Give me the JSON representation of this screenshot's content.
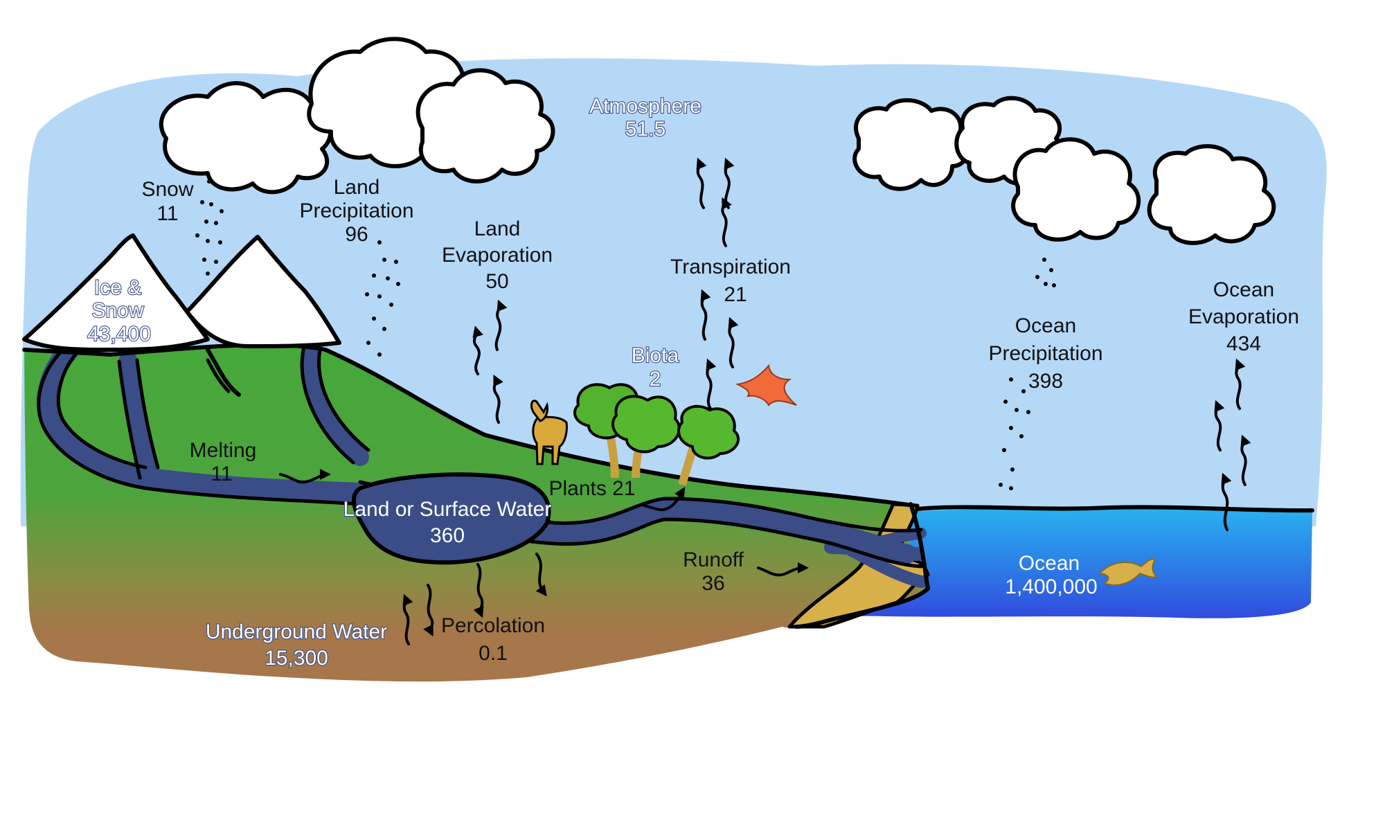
{
  "colors": {
    "sky": "#b5d8f6",
    "land_green": "#4aa83a",
    "land_brown": "#a6774a",
    "water": "#3a4d86",
    "ocean_top": "#2aa6ee",
    "ocean_bottom": "#3046dc",
    "sand": "#d8b04a",
    "snow": "#ffffff"
  },
  "labels": {
    "atmosphere": {
      "name": "Atmosphere",
      "value": "51.5"
    },
    "snow": {
      "name": "Snow",
      "value": "11"
    },
    "land_precipitation": {
      "line1": "Land",
      "line2": "Precipitation",
      "value": "96"
    },
    "land_evaporation": {
      "line1": "Land",
      "line2": "Evaporation",
      "value": "50"
    },
    "transpiration": {
      "name": "Transpiration",
      "value": "21"
    },
    "biota": {
      "name": "Biota",
      "value": "2"
    },
    "ice_snow": {
      "line1": "Ice &",
      "line2": "Snow",
      "value": "43,400"
    },
    "melting": {
      "name": "Melting",
      "value": "11"
    },
    "plants": {
      "text": "Plants  21"
    },
    "surface_water": {
      "name": "Land or Surface Water",
      "value": "360"
    },
    "runoff": {
      "name": "Runoff",
      "value": "36"
    },
    "underground": {
      "name": "Underground Water",
      "value": "15,300"
    },
    "percolation": {
      "name": "Percolation",
      "value": "0.1"
    },
    "ocean_precipitation": {
      "line1": "Ocean",
      "line2": "Precipitation",
      "value": "398"
    },
    "ocean_evaporation": {
      "line1": "Ocean",
      "line2": "Evaporation",
      "value": "434"
    },
    "ocean": {
      "name": "Ocean",
      "value": "1,400,000"
    }
  }
}
